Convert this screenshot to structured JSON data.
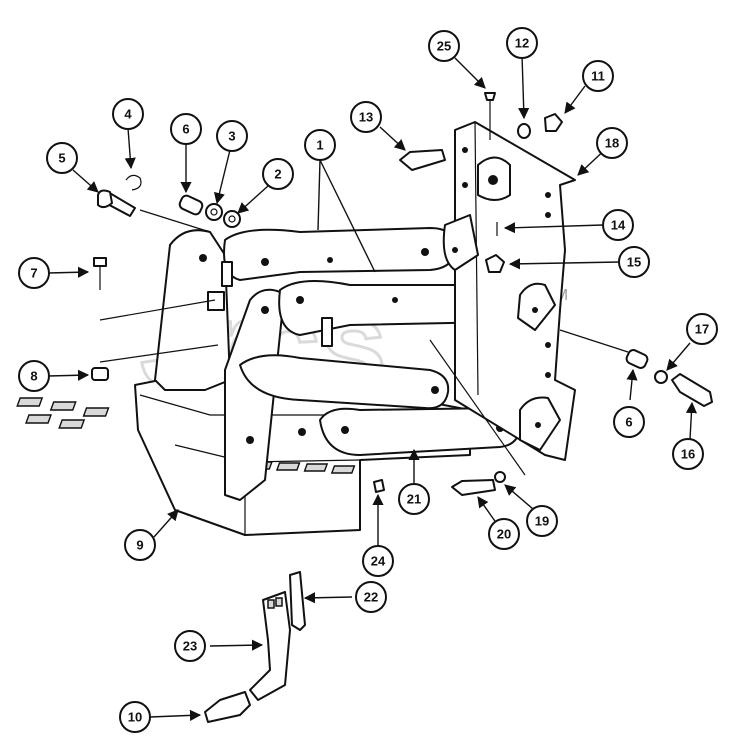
{
  "watermark": {
    "text": "Jrcs",
    "mark": "TM"
  },
  "callouts": [
    "1",
    "2",
    "3",
    "4",
    "5",
    "6",
    "7",
    "8",
    "9",
    "10",
    "11",
    "12",
    "13",
    "14",
    "15",
    "16",
    "17",
    "18",
    "19",
    "20",
    "21",
    "22",
    "23",
    "24",
    "25",
    "6"
  ]
}
